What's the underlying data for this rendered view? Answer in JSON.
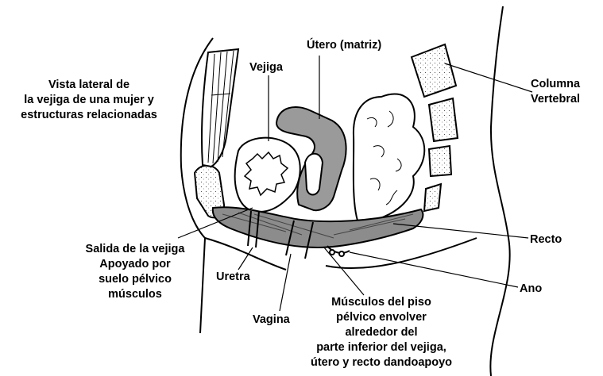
{
  "title_lines": [
    "Vista lateral de",
    "la vejiga de una mujer y",
    "estructuras relacionadas"
  ],
  "labels": {
    "vejiga": "Vejiga",
    "utero": "Útero (matriz)",
    "columna": [
      "Columna",
      "Vertebral"
    ],
    "salida": [
      "Salida de la vejiga",
      "Apoyado por",
      "suelo pélvico",
      "músculos"
    ],
    "uretra": "Uretra",
    "vagina": "Vagina",
    "recto": "Recto",
    "ano": "Ano",
    "musculos": [
      "Músculos del piso",
      "pélvico envolver",
      "alrededor del",
      "parte inferior del vejiga,",
      "útero y recto dandoapoyo"
    ]
  },
  "colors": {
    "ink": "#000000",
    "uterus": "#9a9a9a",
    "muscle": "#8c8c8c",
    "stipple": "#e9e9e9"
  }
}
